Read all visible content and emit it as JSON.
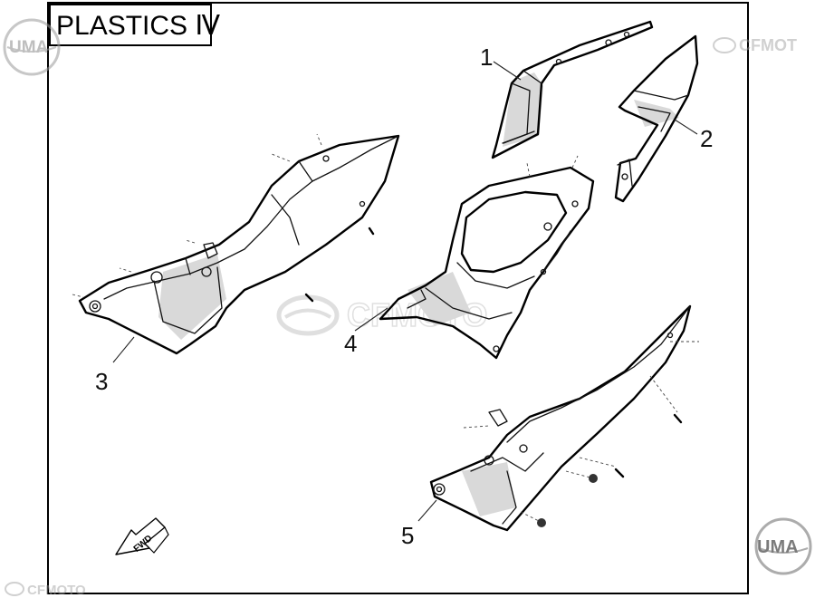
{
  "title": "PLASTICS Ⅳ",
  "watermarks": {
    "uma_top_left": "UMA",
    "uma_bottom_right": "UMA",
    "cfmoto_top_right": "CFMOT",
    "cfmoto_center": "CFMOTO",
    "cfmoto_bottom_left": "CFMOTO"
  },
  "callouts": [
    "1",
    "2",
    "3",
    "4",
    "5"
  ],
  "fwd_label": "FWD",
  "colors": {
    "line": "#111111",
    "watermark": "#bfbfbf",
    "frame": "#000000"
  }
}
